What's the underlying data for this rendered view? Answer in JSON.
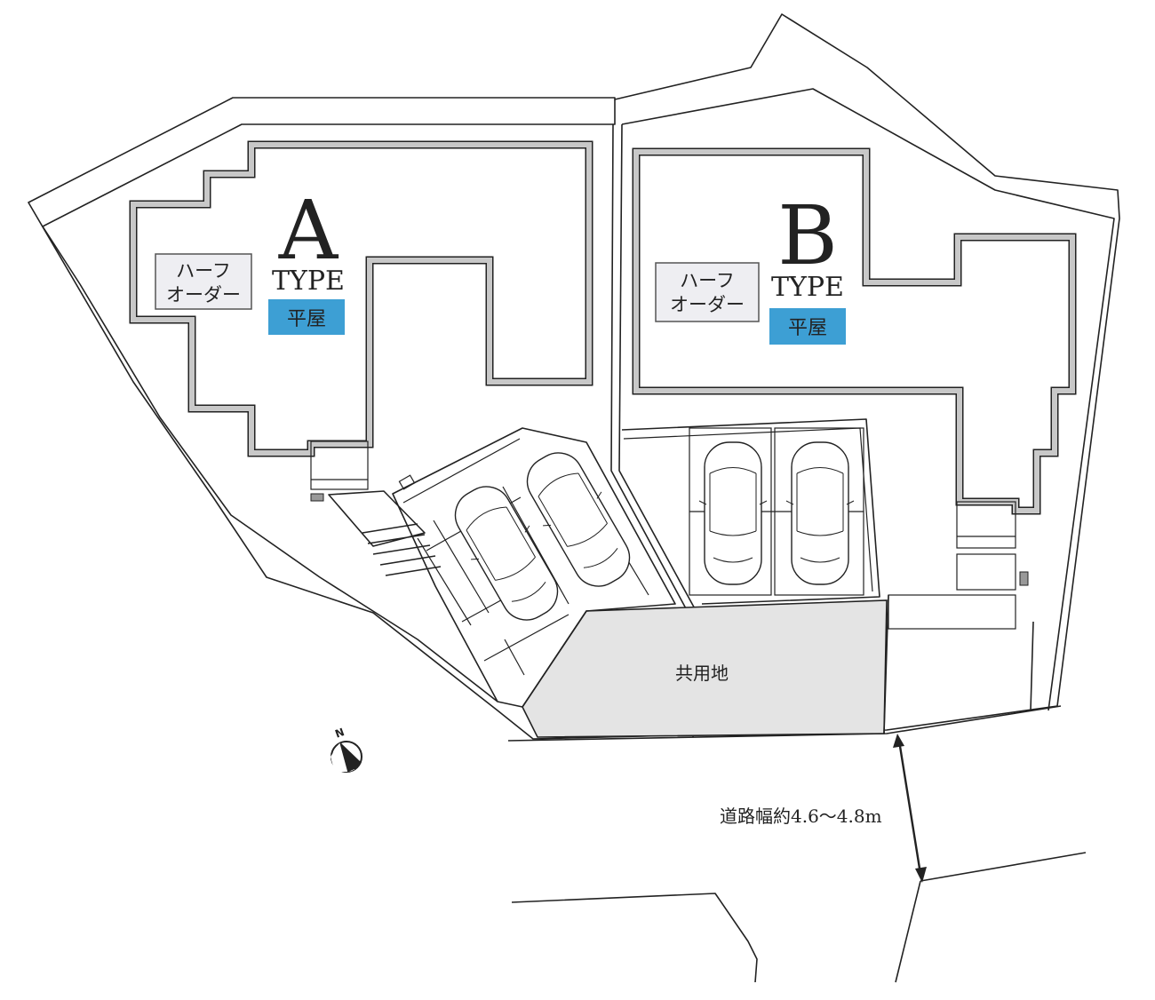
{
  "lots": [
    {
      "letter": "A",
      "type_label": "TYPE",
      "order_badge": [
        "ハーフ",
        "オーダー"
      ],
      "style_badge": "平屋"
    },
    {
      "letter": "B",
      "type_label": "TYPE",
      "order_badge": [
        "ハーフ",
        "オーダー"
      ],
      "style_badge": "平屋"
    }
  ],
  "common_area_label": "共用地",
  "road_width_label": "道路幅約4.6〜4.8m",
  "compass_label": "N",
  "colors": {
    "style_badge_fill": "#3d9fd4",
    "order_badge_fill": "#eeeef2",
    "common_area_fill": "#e4e4e4",
    "house_outline": "#c8c8c8"
  }
}
